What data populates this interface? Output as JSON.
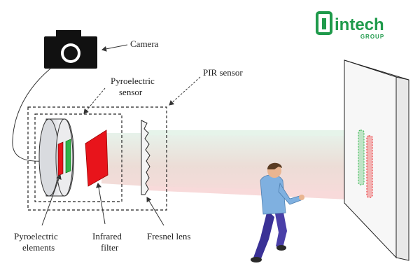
{
  "logo": {
    "word": "intech",
    "sub": "GROUP",
    "color": "#1f9a4b"
  },
  "labels": {
    "camera": "Camera",
    "pyro_sensor_line1": "Pyroelectric",
    "pyro_sensor_line2": "sensor",
    "pir_sensor": "PIR sensor",
    "pyro_elements_line1": "Pyroelectric",
    "pyro_elements_line2": "elements",
    "ir_filter_line1": "Infrared",
    "ir_filter_line2": "filter",
    "fresnel": "Fresnel lens"
  },
  "colors": {
    "filter": "#e8141b",
    "element_red": "#e8141b",
    "element_green": "#2fb34a",
    "beam_upper": "#e9f3ec",
    "beam_lower": "#f6dcdc",
    "person_shirt": "#7fb0e0",
    "person_pants": "#4a3fa8"
  }
}
